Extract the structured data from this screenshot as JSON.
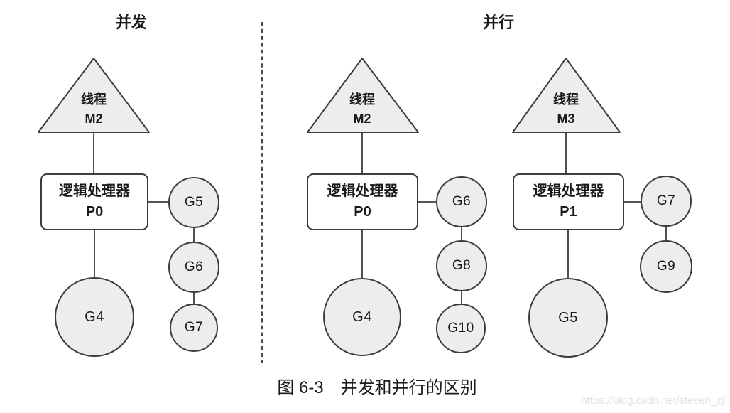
{
  "figure": {
    "caption": "图 6-3　并发和并行的区别",
    "watermark": "https://blog.csdn.net/steven_zj"
  },
  "panels": {
    "left": {
      "title": "并发"
    },
    "right": {
      "title": "并行"
    }
  },
  "groups": {
    "concurrency_m2": {
      "thread_line1": "线程",
      "thread_line2": "M2",
      "proc_line1": "逻辑处理器",
      "proc_line2": "P0",
      "running": "G4",
      "queue": [
        "G5",
        "G6",
        "G7"
      ]
    },
    "parallel_m2": {
      "thread_line1": "线程",
      "thread_line2": "M2",
      "proc_line1": "逻辑处理器",
      "proc_line2": "P0",
      "running": "G4",
      "queue": [
        "G6",
        "G8",
        "G10"
      ]
    },
    "parallel_m3": {
      "thread_line1": "线程",
      "thread_line2": "M3",
      "proc_line1": "逻辑处理器",
      "proc_line2": "P1",
      "running": "G5",
      "queue": [
        "G7",
        "G9"
      ]
    }
  },
  "colors": {
    "shape_fill": "#ededed",
    "box_fill": "#ffffff",
    "stroke": "#3d3d3d",
    "divider": "#4a4a4a",
    "text": "#1a1a1a",
    "watermark": "#e2e2e2",
    "background": "#ffffff"
  }
}
